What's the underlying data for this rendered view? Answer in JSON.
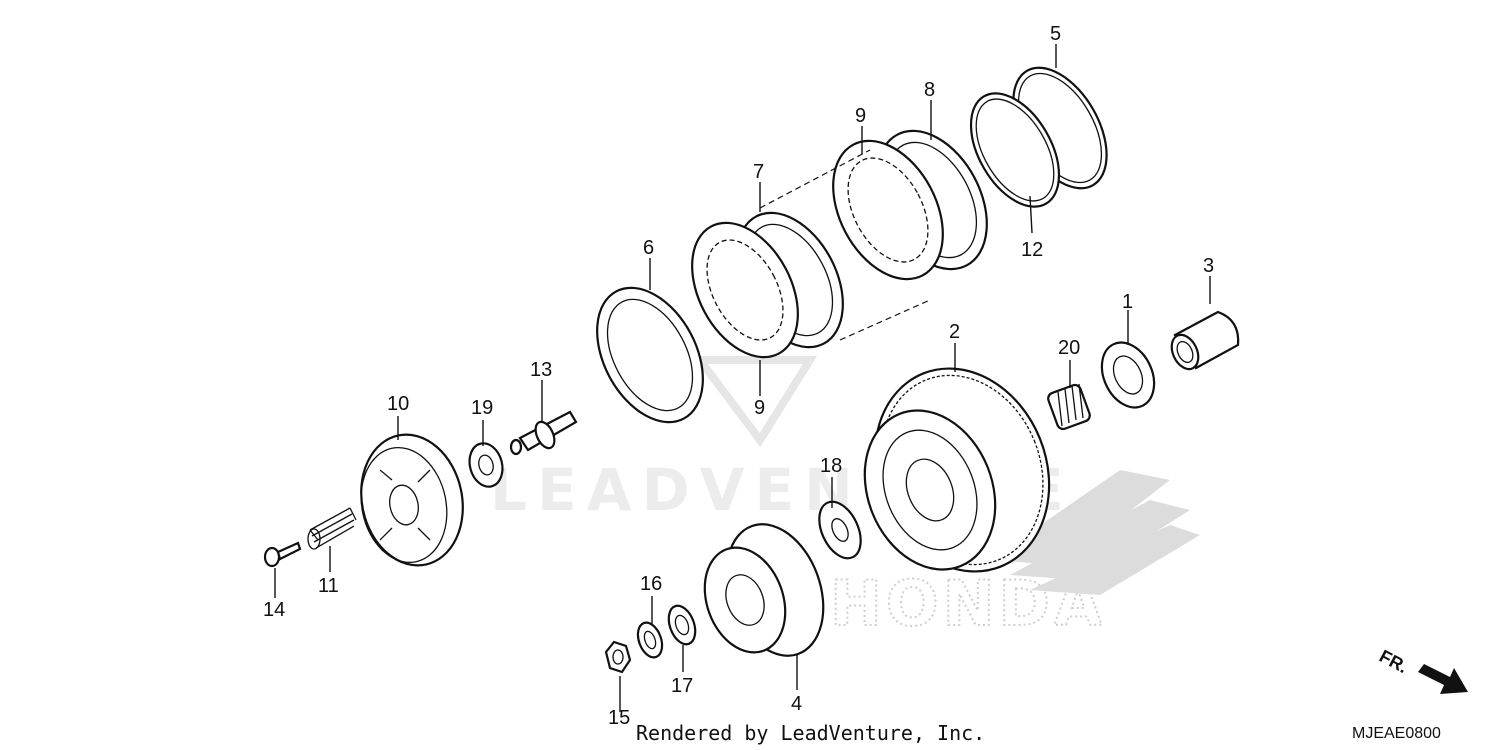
{
  "diagram": {
    "parts": [
      {
        "number": "1",
        "label": "1"
      },
      {
        "number": "2",
        "label": "2"
      },
      {
        "number": "3",
        "label": "3"
      },
      {
        "number": "4",
        "label": "4"
      },
      {
        "number": "5",
        "label": "5"
      },
      {
        "number": "6",
        "label": "6"
      },
      {
        "number": "7",
        "label": "7"
      },
      {
        "number": "8",
        "label": "8"
      },
      {
        "number": "9",
        "label": "9"
      },
      {
        "number": "9",
        "label": "9"
      },
      {
        "number": "10",
        "label": "10"
      },
      {
        "number": "11",
        "label": "11"
      },
      {
        "number": "12",
        "label": "12"
      },
      {
        "number": "13",
        "label": "13"
      },
      {
        "number": "14",
        "label": "14"
      },
      {
        "number": "15",
        "label": "15"
      },
      {
        "number": "16",
        "label": "16"
      },
      {
        "number": "17",
        "label": "17"
      },
      {
        "number": "18",
        "label": "18"
      },
      {
        "number": "19",
        "label": "19"
      },
      {
        "number": "20",
        "label": "20"
      }
    ],
    "watermark": "LEADVENTURE",
    "brand_watermark": "HONDA",
    "credit": "Rendered by LeadVenture, Inc.",
    "diagram_code": "MJEAE0800",
    "direction_label": "FR."
  }
}
